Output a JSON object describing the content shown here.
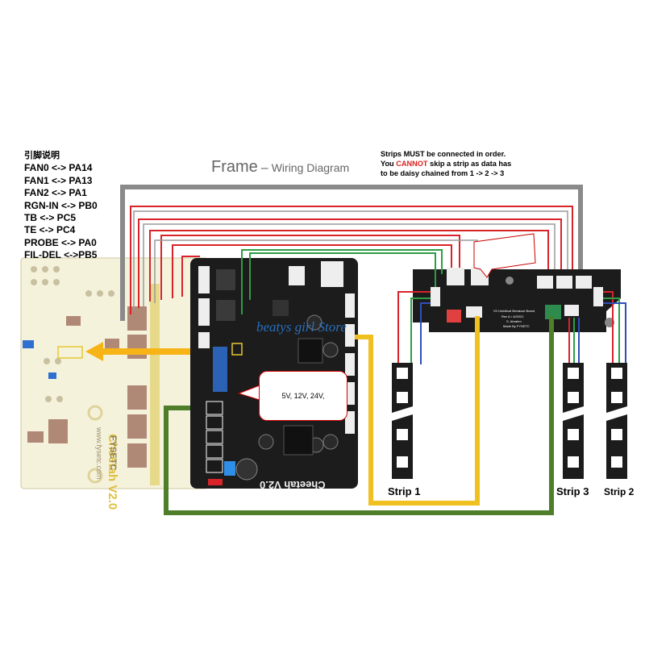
{
  "pinout": {
    "heading": "引脚说明",
    "lines": [
      "FAN0 <-> PA14",
      "FAN1 <-> PA13",
      "FAN2 <-> PA1",
      "RGN-IN <-> PB0",
      "TB <-> PC5",
      "TE <-> PC4",
      "PROBE <-> PA0",
      "FIL-DEL <->PB5"
    ]
  },
  "title": {
    "main": "Frame",
    "dash": "–",
    "sub": "Wiring Diagram"
  },
  "note": {
    "line1": "Strips MUST be connected in order.",
    "line2_pre": "You ",
    "line2_warn": "CANNOT",
    "line2_post": " skip a strip as data has",
    "line3": "to be daisy chained from 1 -> 2 -> 3"
  },
  "voltage_box": "5V, 12V, 24V,",
  "strips": {
    "strip1": "Strip 1",
    "strip2": "Strip 2",
    "strip3": "Strip 3"
  },
  "watermark": "beatys girl Store",
  "boards": {
    "cheetah_pcb": "Cheetah V2.0",
    "fysetc_pcb": "www.fysetc.com",
    "fysetc_logo": "FYSETC",
    "main_board_back": "Cheetah V2.0",
    "breakout_name": "V0 Umbilical Breakout Board",
    "breakout_rev": "Rev A • 4/20/21",
    "breakout_author": "S. Abrahm",
    "breakout_made": "Made By FYSETC"
  },
  "colors": {
    "wire_gray": "#8a8a8a",
    "wire_red": "#d8232a",
    "wire_green": "#2e9e44",
    "wire_blue": "#2f4fb8",
    "wire_yellow": "#f0c020",
    "wire_olive": "#4e7e2a",
    "board": "#1c1c1c",
    "pcb_cream": "#f5f2dc",
    "arrow_orange": "#f6b417"
  }
}
